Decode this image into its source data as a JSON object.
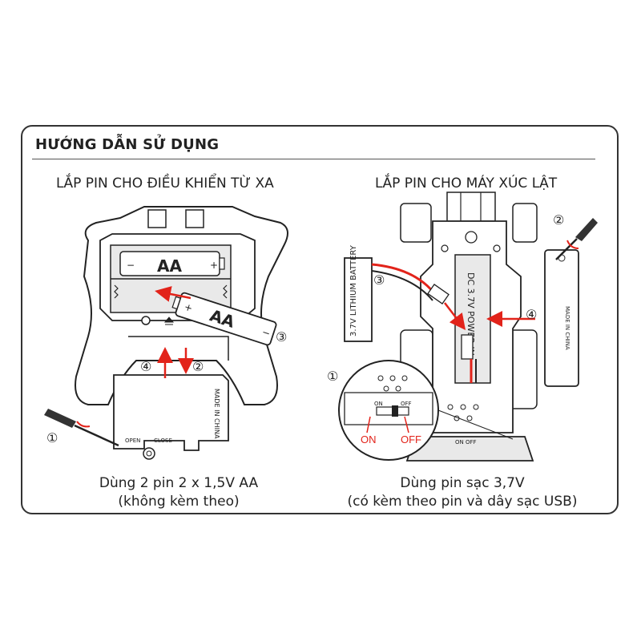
{
  "header": {
    "title": "HƯỚNG DẪN SỬ DỤNG"
  },
  "left": {
    "heading": "LẮP PIN CHO ĐIỀU KHIỂN TỪ XA",
    "battery_label_inside": "AA",
    "battery_label_loose": "AA",
    "plus_sign": "+",
    "minus_sign": "−",
    "cover_text": "MADE IN CHINA",
    "open_label": "OPEN",
    "close_label": "CLOSE",
    "step_1": "①",
    "step_2": "②",
    "step_3": "③",
    "step_4": "④",
    "caption_line1": "Dùng 2 pin 2 x 1,5V AA",
    "caption_line2": "(không kèm theo)"
  },
  "right": {
    "heading": "LẮP PIN CHO MÁY XÚC LẬT",
    "battery_text": "3.7V LITHIUM BATTERY",
    "power_text": "DC 3.7V POWER IN",
    "cover_text": "MADE IN CHINA",
    "on_label": "ON",
    "off_label": "OFF",
    "switch_on": "ON",
    "switch_off": "OFF",
    "base_switch": "ON   OFF",
    "step_1": "①",
    "step_2": "②",
    "step_3": "③",
    "step_4": "④",
    "caption_line1": "Dùng pin sạc 3,7V",
    "caption_line2": "(có kèm theo pin và dây sạc USB)"
  },
  "colors": {
    "accent_red": "#e2231a",
    "outline": "#222222",
    "panel_gray": "#e9e9e9"
  }
}
